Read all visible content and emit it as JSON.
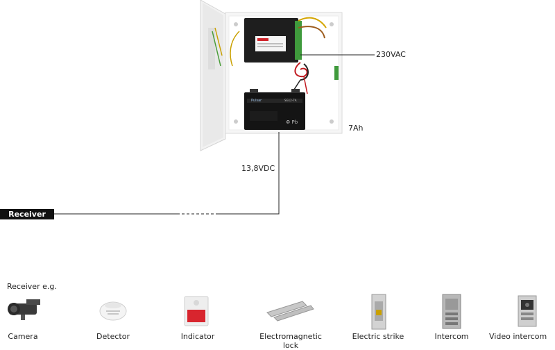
{
  "diagram": {
    "psu_output_label": "230VAC",
    "battery_label": "7Ah",
    "dc_label": "13,8VDC",
    "receiver_tag": "Receiver",
    "receiver_eg": "Receiver e.g.",
    "battery_brand": "Pulsar",
    "battery_model": "SG12-7A",
    "devices": [
      {
        "name": "camera",
        "label": "Camera",
        "icon": "camera-icon"
      },
      {
        "name": "detector",
        "label": "Detector",
        "icon": "smoke-detector-icon"
      },
      {
        "name": "indicator",
        "label": "Indicator",
        "icon": "siren-icon"
      },
      {
        "name": "electromagnetic-lock",
        "label": "Electromagnetic lock",
        "icon": "maglock-icon"
      },
      {
        "name": "electric-strike",
        "label": "Electric strike",
        "icon": "strike-icon"
      },
      {
        "name": "intercom",
        "label": "Intercom",
        "icon": "intercom-icon"
      },
      {
        "name": "video-intercom",
        "label": "Video intercom",
        "icon": "video-intercom-icon"
      }
    ]
  }
}
